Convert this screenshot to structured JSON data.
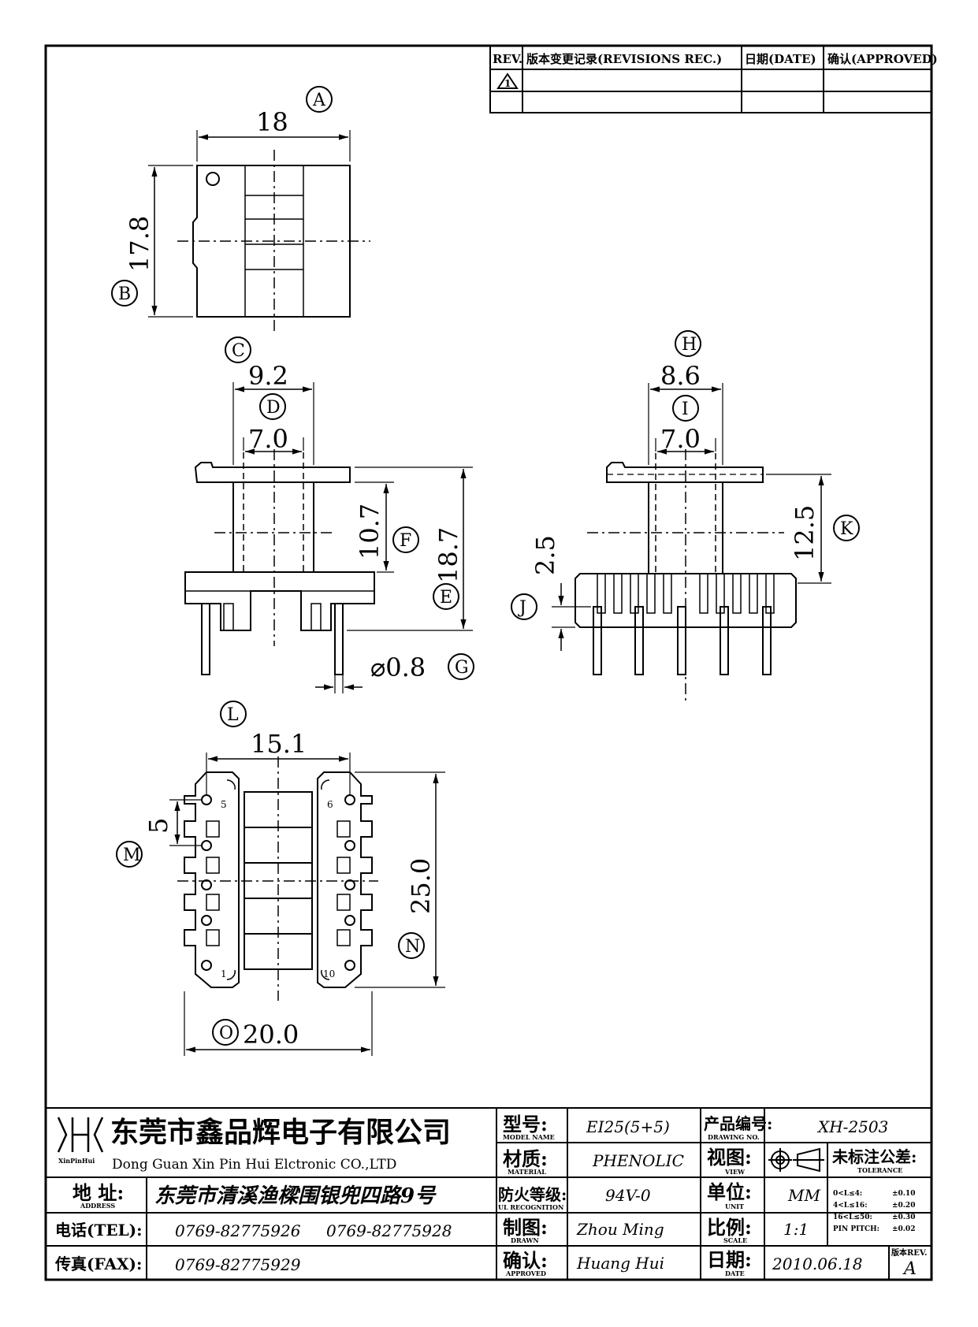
{
  "revisions": {
    "header_rev": "REV.",
    "header_record": "版本变更记录(REVISIONS REC.)",
    "header_date": "日期(DATE)",
    "header_approved": "确认(APPROVED)",
    "first_row_symbol": "1"
  },
  "dimensions": {
    "A": {
      "label": "A",
      "value": "18"
    },
    "B": {
      "label": "B",
      "value": "17.8"
    },
    "C": {
      "label": "C",
      "value": "9.2"
    },
    "D": {
      "label": "D",
      "value": "7.0"
    },
    "E": {
      "label": "E",
      "value": "18.7"
    },
    "F": {
      "label": "F",
      "value": "10.7"
    },
    "G": {
      "label": "G",
      "value": "⌀0.8"
    },
    "H": {
      "label": "H",
      "value": "8.6"
    },
    "I": {
      "label": "I",
      "value": "7.0"
    },
    "J": {
      "label": "J",
      "value": "2.5"
    },
    "K": {
      "label": "K",
      "value": "12.5"
    },
    "L": {
      "label": "L",
      "value": "15.1"
    },
    "M": {
      "label": "M",
      "value": "5"
    },
    "N": {
      "label": "N",
      "value": "25.0"
    },
    "O": {
      "label": "O",
      "value": "20.0"
    }
  },
  "pin_labels": {
    "p5": "5",
    "p6": "6",
    "p1": "1",
    "p10": "10"
  },
  "title_block": {
    "logo_text": "XinPinHui",
    "company_cn": "东莞市鑫品辉电子有限公司",
    "company_en": "Dong Guan Xin Pin Hui Elctronic CO.,LTD",
    "address_label": "地 址:",
    "address_label_en": "ADDRESS",
    "address": "东莞市清溪渔樑围银兜四路9号",
    "tel_label": "电话(TEL):",
    "tel1": "0769-82775926",
    "tel2": "0769-82775928",
    "fax_label": "传真(FAX):",
    "fax": "0769-82775929",
    "model_label": "型号:",
    "model_label_en": "MODEL NAME",
    "model": "EI25(5+5)",
    "material_label": "材质:",
    "material_label_en": "MATERIAL",
    "material": "PHENOLIC",
    "ul_label": "防火等级:",
    "ul_label_en": "UL RECOGNITION",
    "ul": "94V-0",
    "drawn_label": "制图:",
    "drawn_label_en": "DRAWN",
    "drawn": "Zhou Ming",
    "approved_label": "确认:",
    "approved_label_en": "APPROVED",
    "approved": "Huang Hui",
    "drawing_no_label": "产品编号:",
    "drawing_no_label_en": "DRAWING NO.",
    "drawing_no": "XH-2503",
    "view_label": "视图:",
    "view_label_en": "VIEW",
    "unit_label": "单位:",
    "unit_label_en": "UNIT",
    "unit": "MM",
    "scale_label": "比例:",
    "scale_label_en": "SCALE",
    "scale": "1:1",
    "date_label": "日期:",
    "date_label_en": "DATE",
    "date": "2010.06.18",
    "rev_label": "版本REV.",
    "rev": "A",
    "tolerance_label": "未标注公差:",
    "tolerance_label_en": "TOLERANCE",
    "tolerances": [
      {
        "range": "0<L≤4:",
        "value": "±0.10"
      },
      {
        "range": "4<L≤16:",
        "value": "±0.20"
      },
      {
        "range": "16<L≤50:",
        "value": "±0.30"
      },
      {
        "range": "PIN PITCH:",
        "value": "±0.02"
      }
    ]
  }
}
